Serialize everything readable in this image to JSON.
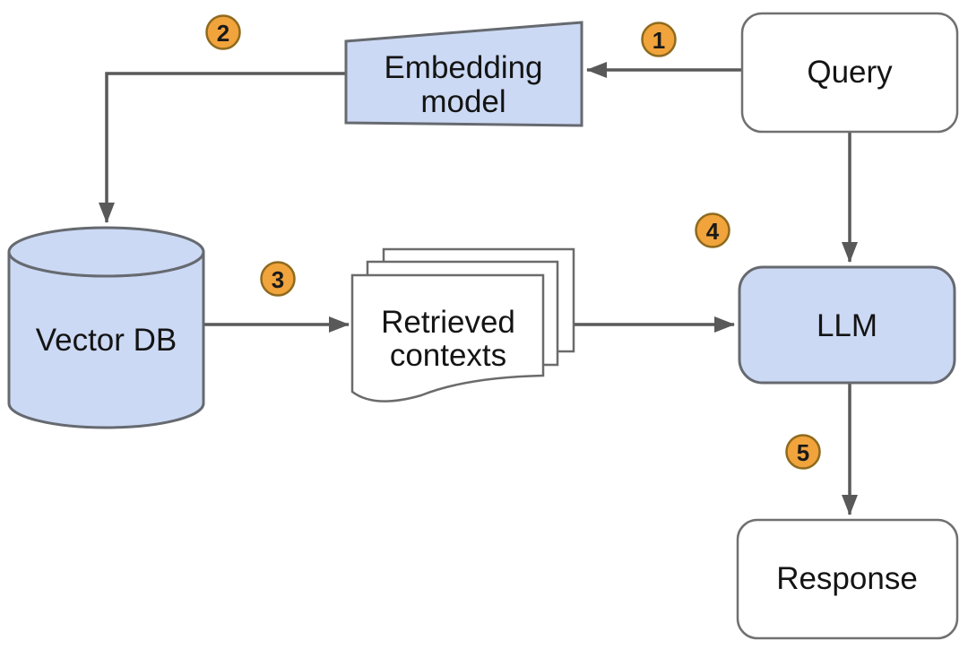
{
  "diagram": {
    "name": "RAG pipeline flow diagram",
    "background": "#ffffff"
  },
  "colors": {
    "node_fill_blue": "#ccd9f4",
    "node_fill_white": "#ffffff",
    "node_border": "#6b6b6b",
    "connector": "#595959",
    "badge_fill": "#f1a33c",
    "badge_border": "#8e6a1e",
    "label_text": "#141414"
  },
  "nodes": {
    "embedding_model": {
      "label_line1": "Embedding",
      "label_line2": "model",
      "shape": "trapezoid",
      "fill": "#ccd9f4"
    },
    "query": {
      "label": "Query",
      "shape": "rounded-rect",
      "fill": "#ffffff"
    },
    "vector_db": {
      "label": "Vector DB",
      "shape": "cylinder",
      "fill": "#ccd9f4"
    },
    "retrieved_contexts": {
      "label_line1": "Retrieved",
      "label_line2": "contexts",
      "shape": "document-stack",
      "fill": "#ffffff"
    },
    "llm": {
      "label": "LLM",
      "shape": "rounded-rect",
      "fill": "#ccd9f4"
    },
    "response": {
      "label": "Response",
      "shape": "rounded-rect",
      "fill": "#ffffff"
    }
  },
  "steps": [
    {
      "number": "1",
      "from": "query",
      "to": "embedding_model"
    },
    {
      "number": "2",
      "from": "embedding_model",
      "to": "vector_db"
    },
    {
      "number": "3",
      "from": "vector_db",
      "to": "retrieved_contexts"
    },
    {
      "number": "4",
      "from": "retrieved_contexts",
      "to": "llm"
    },
    {
      "number": "5",
      "from": "llm",
      "to": "response"
    }
  ]
}
